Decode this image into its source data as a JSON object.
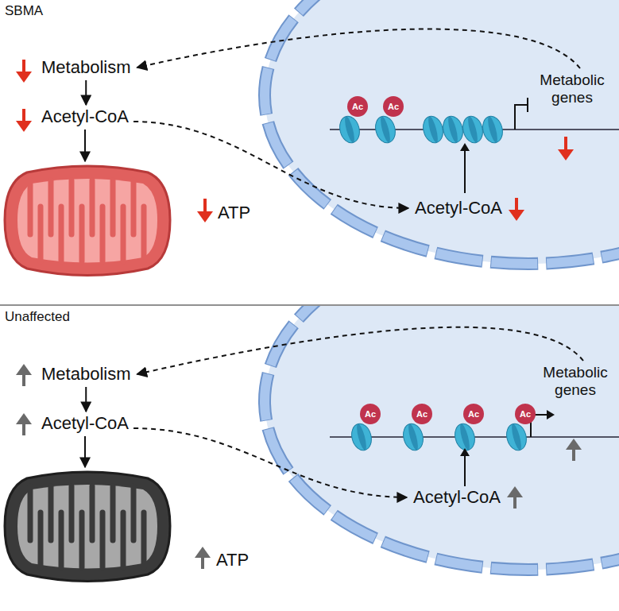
{
  "diagram": {
    "nodes": [
      {
        "text": [
          "Metabolism"
        ]
      },
      {
        "text": [
          "Acetyl-CoA"
        ]
      },
      {
        "text": [
          "ATP"
        ]
      },
      {
        "text": [
          "Metabolic genes"
        ]
      },
      {
        "text": [
          "Acetyl-CoA"
        ]
      },
      {
        "text": [
          "Metabolism"
        ]
      },
      {
        "text": [
          "Acetyl-CoA"
        ]
      },
      {
        "text": [
          "ATP"
        ]
      },
      {
        "text": [
          "Metabolic genes"
        ]
      },
      {
        "text": [
          "Acetyl-CoA"
        ]
      }
    ],
    "edges": [
      {
        "from": 0,
        "to": 1,
        "arrow": "to"
      },
      {
        "from": 1,
        "to": 2,
        "arrow": "to"
      },
      {
        "from": 1,
        "to": 4,
        "arrow": "to"
      },
      {
        "from": 3,
        "to": 0,
        "arrow": "to"
      },
      {
        "from": 5,
        "to": 6,
        "arrow": "to"
      },
      {
        "from": 6,
        "to": 7,
        "arrow": "to"
      },
      {
        "from": 6,
        "to": 9,
        "arrow": "to"
      },
      {
        "from": 8,
        "to": 5,
        "arrow": "to"
      }
    ],
    "labels": [
      "SBMA",
      "Ac",
      "Ac",
      "Unaffected",
      "Ac",
      "Ac",
      "Ac",
      "Ac"
    ]
  }
}
